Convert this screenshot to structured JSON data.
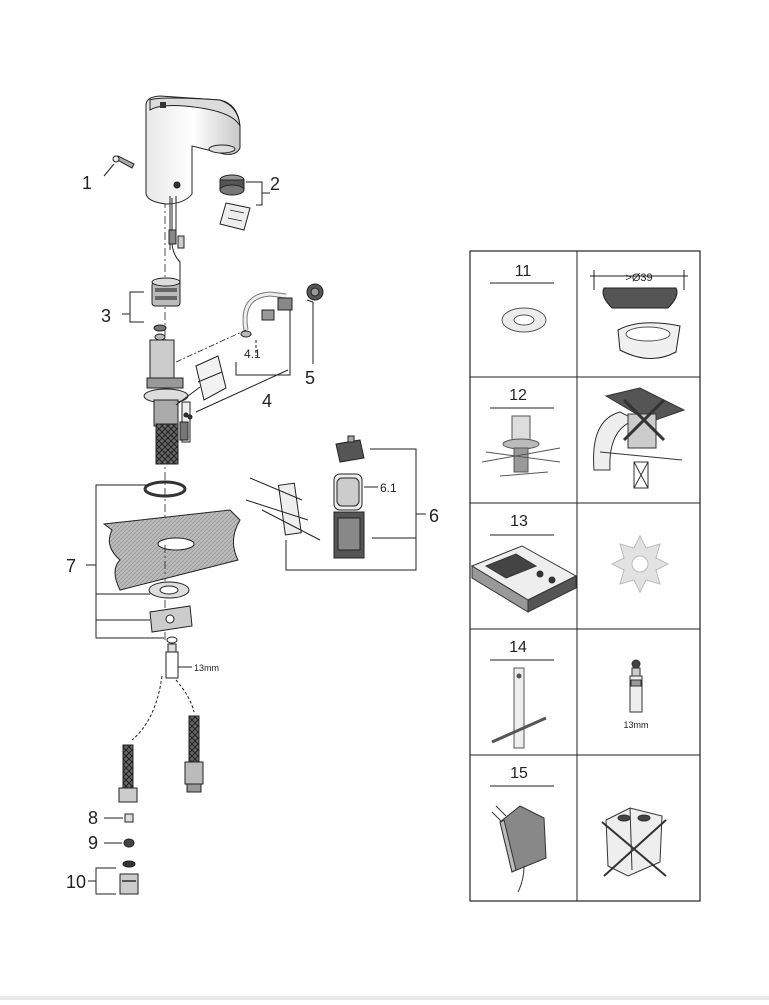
{
  "parts": {
    "callouts": [
      "1",
      "2",
      "3",
      "4",
      "4.1",
      "5",
      "6",
      "6.1",
      "7",
      "8",
      "9",
      "10"
    ],
    "wrench_size": "13mm"
  },
  "accessory_table": {
    "rows": [
      {
        "number": "11",
        "size_label": ">Ø39"
      },
      {
        "number": "12"
      },
      {
        "number": "13"
      },
      {
        "number": "14",
        "wrench_size": "13mm"
      },
      {
        "number": "15"
      }
    ]
  }
}
